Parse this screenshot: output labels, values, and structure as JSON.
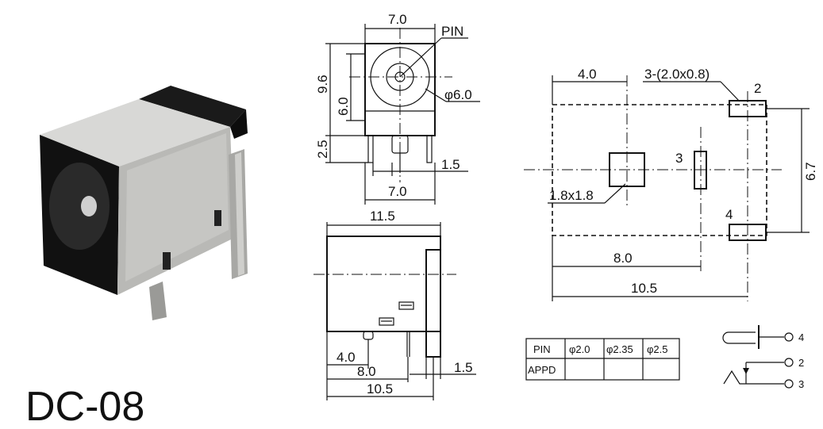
{
  "product": {
    "model": "DC-08"
  },
  "front_view": {
    "width_top": "7.0",
    "pin_label": "PIN",
    "height_total": "9.6",
    "height_inner": "6.0",
    "diameter": "φ6.0",
    "leg_height": "2.5",
    "pin_width": "1.5",
    "width_bottom": "7.0"
  },
  "side_view": {
    "length_top": "11.5",
    "dim_a": "4.0",
    "dim_b": "8.0",
    "dim_c": "10.5",
    "pin_width": "1.5"
  },
  "pcb_layout": {
    "offset": "4.0",
    "slot_spec": "3-(2.0x0.8)",
    "pin2": "2",
    "pin3": "3",
    "pin4": "4",
    "square_spec": "1.8x1.8",
    "spacing_vertical": "6.7",
    "dim_8": "8.0",
    "dim_10_5": "10.5"
  },
  "pin_table": {
    "headers": [
      "PIN",
      "φ2.0",
      "φ2.35",
      "φ2.5"
    ],
    "row_label": "APPD"
  },
  "schematic": {
    "pin_labels": [
      "4",
      "2",
      "3"
    ]
  }
}
